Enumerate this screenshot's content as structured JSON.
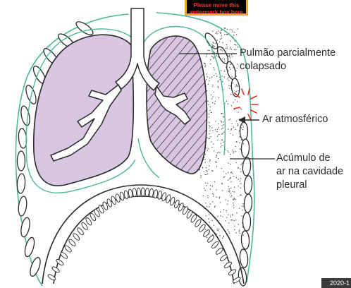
{
  "labels": {
    "lung_collapsed": [
      "Pulmão parcialmente",
      "colapsado"
    ],
    "air": [
      "Ar atmosférico"
    ],
    "pleural_air": [
      "Acúmulo de",
      "ar na cavidade",
      "pleural"
    ]
  },
  "banner": {
    "line1": "Please move this",
    "line2": "watermark box here"
  },
  "stamp": "2020-1",
  "colors": {
    "lung_fill": "#d9c6e3",
    "outline": "#2a2a2a",
    "pleura": "#4db89a",
    "alert_red": "#e2331f",
    "banner_border": "#f5a31a"
  }
}
